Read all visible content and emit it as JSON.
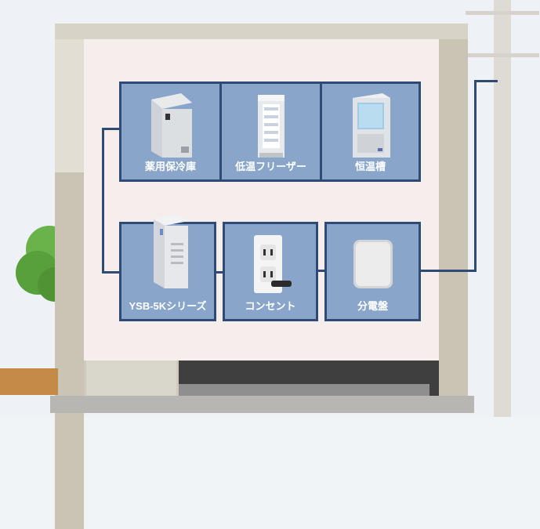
{
  "nodes": {
    "medicine_fridge": {
      "label": "薬用保冷庫"
    },
    "freezer": {
      "label": "低温フリーザー"
    },
    "incubator": {
      "label": "恒温槽"
    },
    "ysb": {
      "label": "YSB-5Kシリーズ"
    },
    "outlet": {
      "label": "コンセント"
    },
    "panel": {
      "label": "分電盤"
    }
  },
  "colors": {
    "box_fill": "#89a6ca",
    "box_border": "#2f4b73",
    "wall": "#f6eeec"
  }
}
